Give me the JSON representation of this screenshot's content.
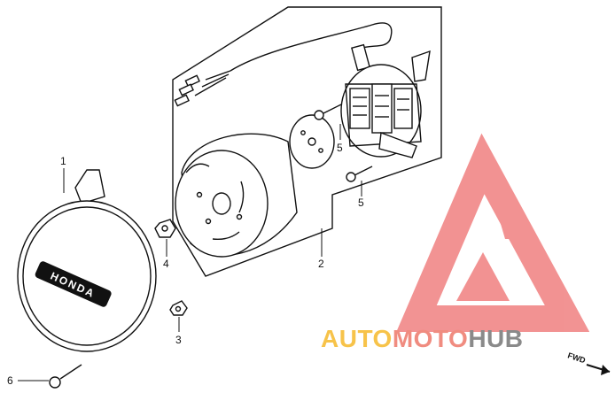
{
  "diagram": {
    "callouts": [
      {
        "id": "1",
        "label": "1"
      },
      {
        "id": "2",
        "label": "2"
      },
      {
        "id": "3",
        "label": "3"
      },
      {
        "id": "4",
        "label": "4"
      },
      {
        "id": "5a",
        "label": "5"
      },
      {
        "id": "5b",
        "label": "5"
      },
      {
        "id": "6",
        "label": "6"
      }
    ],
    "cover_text": "HONDA",
    "direction_label": "FWD"
  },
  "watermark": {
    "part1": "AUTO",
    "part2": "MOTO",
    "part3": "HUB",
    "color_auto": "#f7c34a",
    "color_moto": "#f08c80",
    "color_hub": "#8a8a8a",
    "triangle_color": "#f08080"
  }
}
